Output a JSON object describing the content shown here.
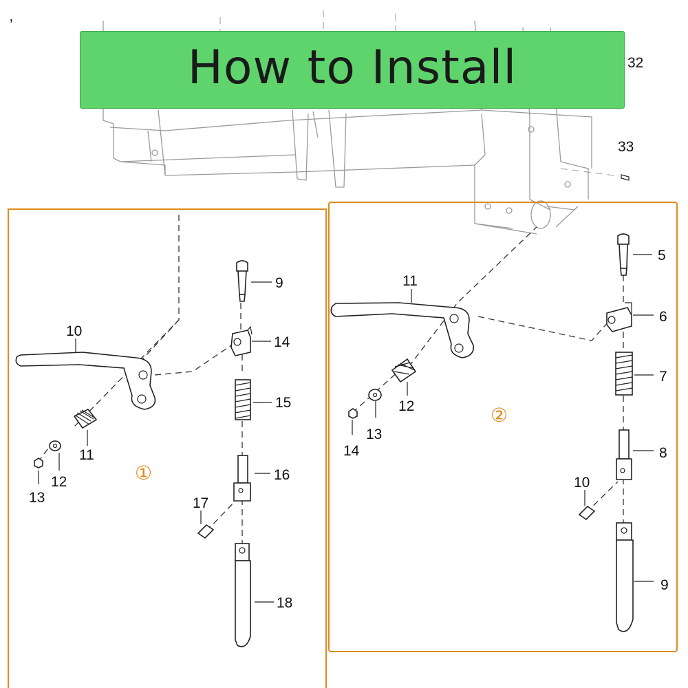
{
  "banner": {
    "title": "How to Install"
  },
  "background_callouts": [
    "32",
    "33"
  ],
  "panel1": {
    "number": "①",
    "callouts": {
      "handle": "10",
      "spring": "11",
      "washer": "12",
      "nut": "13",
      "bolt": "9",
      "bracket": "14",
      "main_spring": "15",
      "sleeve": "16",
      "pin": "17",
      "plunger": "18"
    }
  },
  "panel2": {
    "number": "②",
    "callouts": {
      "handle": "11",
      "spring": "12",
      "washer": "13",
      "nut": "14",
      "bolt": "5",
      "bracket": "6",
      "main_spring": "7",
      "sleeve": "8",
      "pin": "10",
      "plunger": "9"
    }
  },
  "colors": {
    "banner": "#5fd46d",
    "panel_frame": "#e08a1e",
    "line_art": "#222222"
  },
  "icons": [
    "loader-frame-drawing",
    "handle-lever",
    "compression-spring",
    "washer",
    "hex-nut",
    "shoulder-bolt",
    "pivot-bracket",
    "sleeve-clevis",
    "roll-pin",
    "lock-plunger"
  ]
}
